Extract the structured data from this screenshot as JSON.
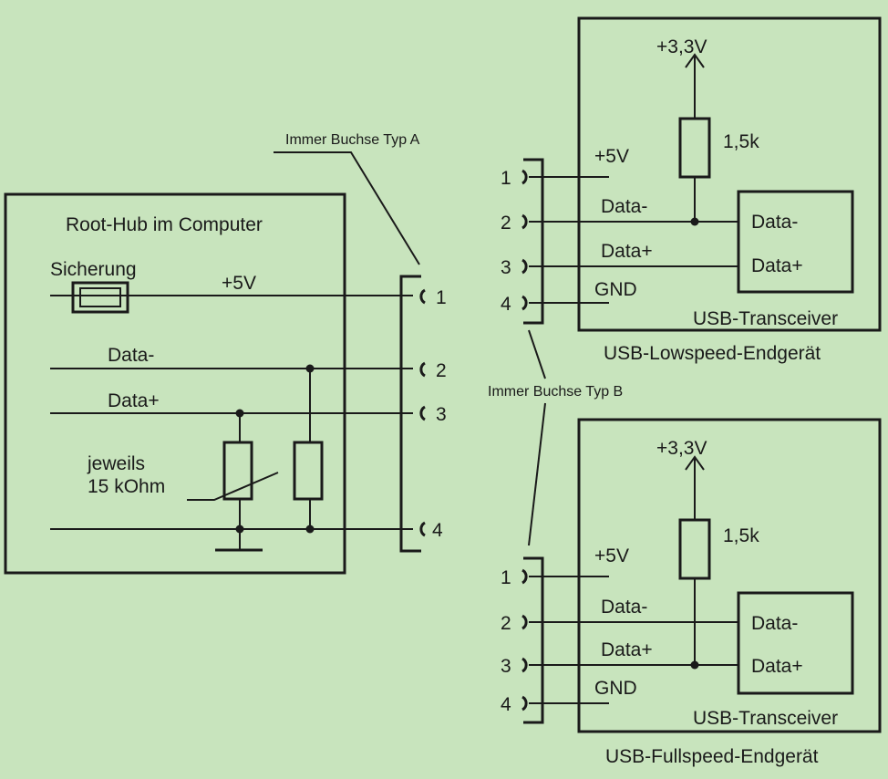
{
  "colors": {
    "background": "#c8e4bd",
    "ink": "#1a1a1a"
  },
  "host": {
    "title": "Root-Hub im Computer",
    "fuse_label": "Sicherung",
    "vcc_label": "+5V",
    "data_minus": "Data-",
    "data_plus": "Data+",
    "resistor_note_line1": "jeweils",
    "resistor_note_line2": "15 kOhm"
  },
  "socket_a": {
    "label": "Immer Buchse Typ A",
    "pins": [
      "1",
      "2",
      "3",
      "4"
    ]
  },
  "socket_b_label": "Immer Buchse Typ B",
  "lowspeed": {
    "caption": "USB-Lowspeed-Endgerät",
    "vcc": "+3,3V",
    "resistor": "1,5k",
    "pins": [
      "1",
      "2",
      "3",
      "4"
    ],
    "line_5v": "+5V",
    "line_dminus": "Data-",
    "line_dplus": "Data+",
    "line_gnd": "GND",
    "chip_dminus": "Data-",
    "chip_dplus": "Data+",
    "transceiver": "USB-Transceiver"
  },
  "fullspeed": {
    "caption": "USB-Fullspeed-Endgerät",
    "vcc": "+3,3V",
    "resistor": "1,5k",
    "pins": [
      "1",
      "2",
      "3",
      "4"
    ],
    "line_5v": "+5V",
    "line_dminus": "Data-",
    "line_dplus": "Data+",
    "line_gnd": "GND",
    "chip_dminus": "Data-",
    "chip_dplus": "Data+",
    "transceiver": "USB-Transceiver"
  }
}
